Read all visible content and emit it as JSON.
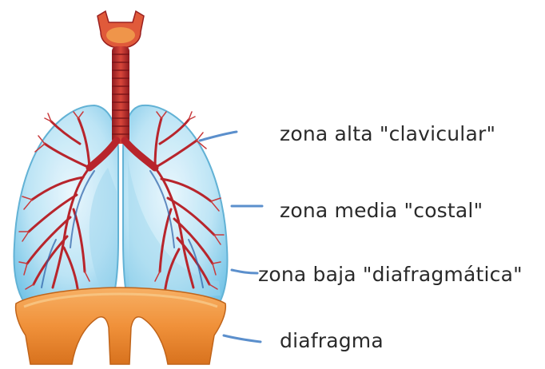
{
  "labels": {
    "zona_alta": "zona alta \"clavicular\"",
    "zona_media": "zona media \"costal\"",
    "zona_baja": "zona baja \"diafragmática\"",
    "diafragma": "diafragma"
  },
  "colors": {
    "lung": "#9fd6ee",
    "lung_edge": "#5aaed3",
    "airway": "#b8252c",
    "airway_light": "#e05a3a",
    "diaphragm": "#f0913a",
    "diaphragm_light": "#f8b56a",
    "leader_line": "#5b8fcc",
    "text": "#2a2a2a"
  }
}
